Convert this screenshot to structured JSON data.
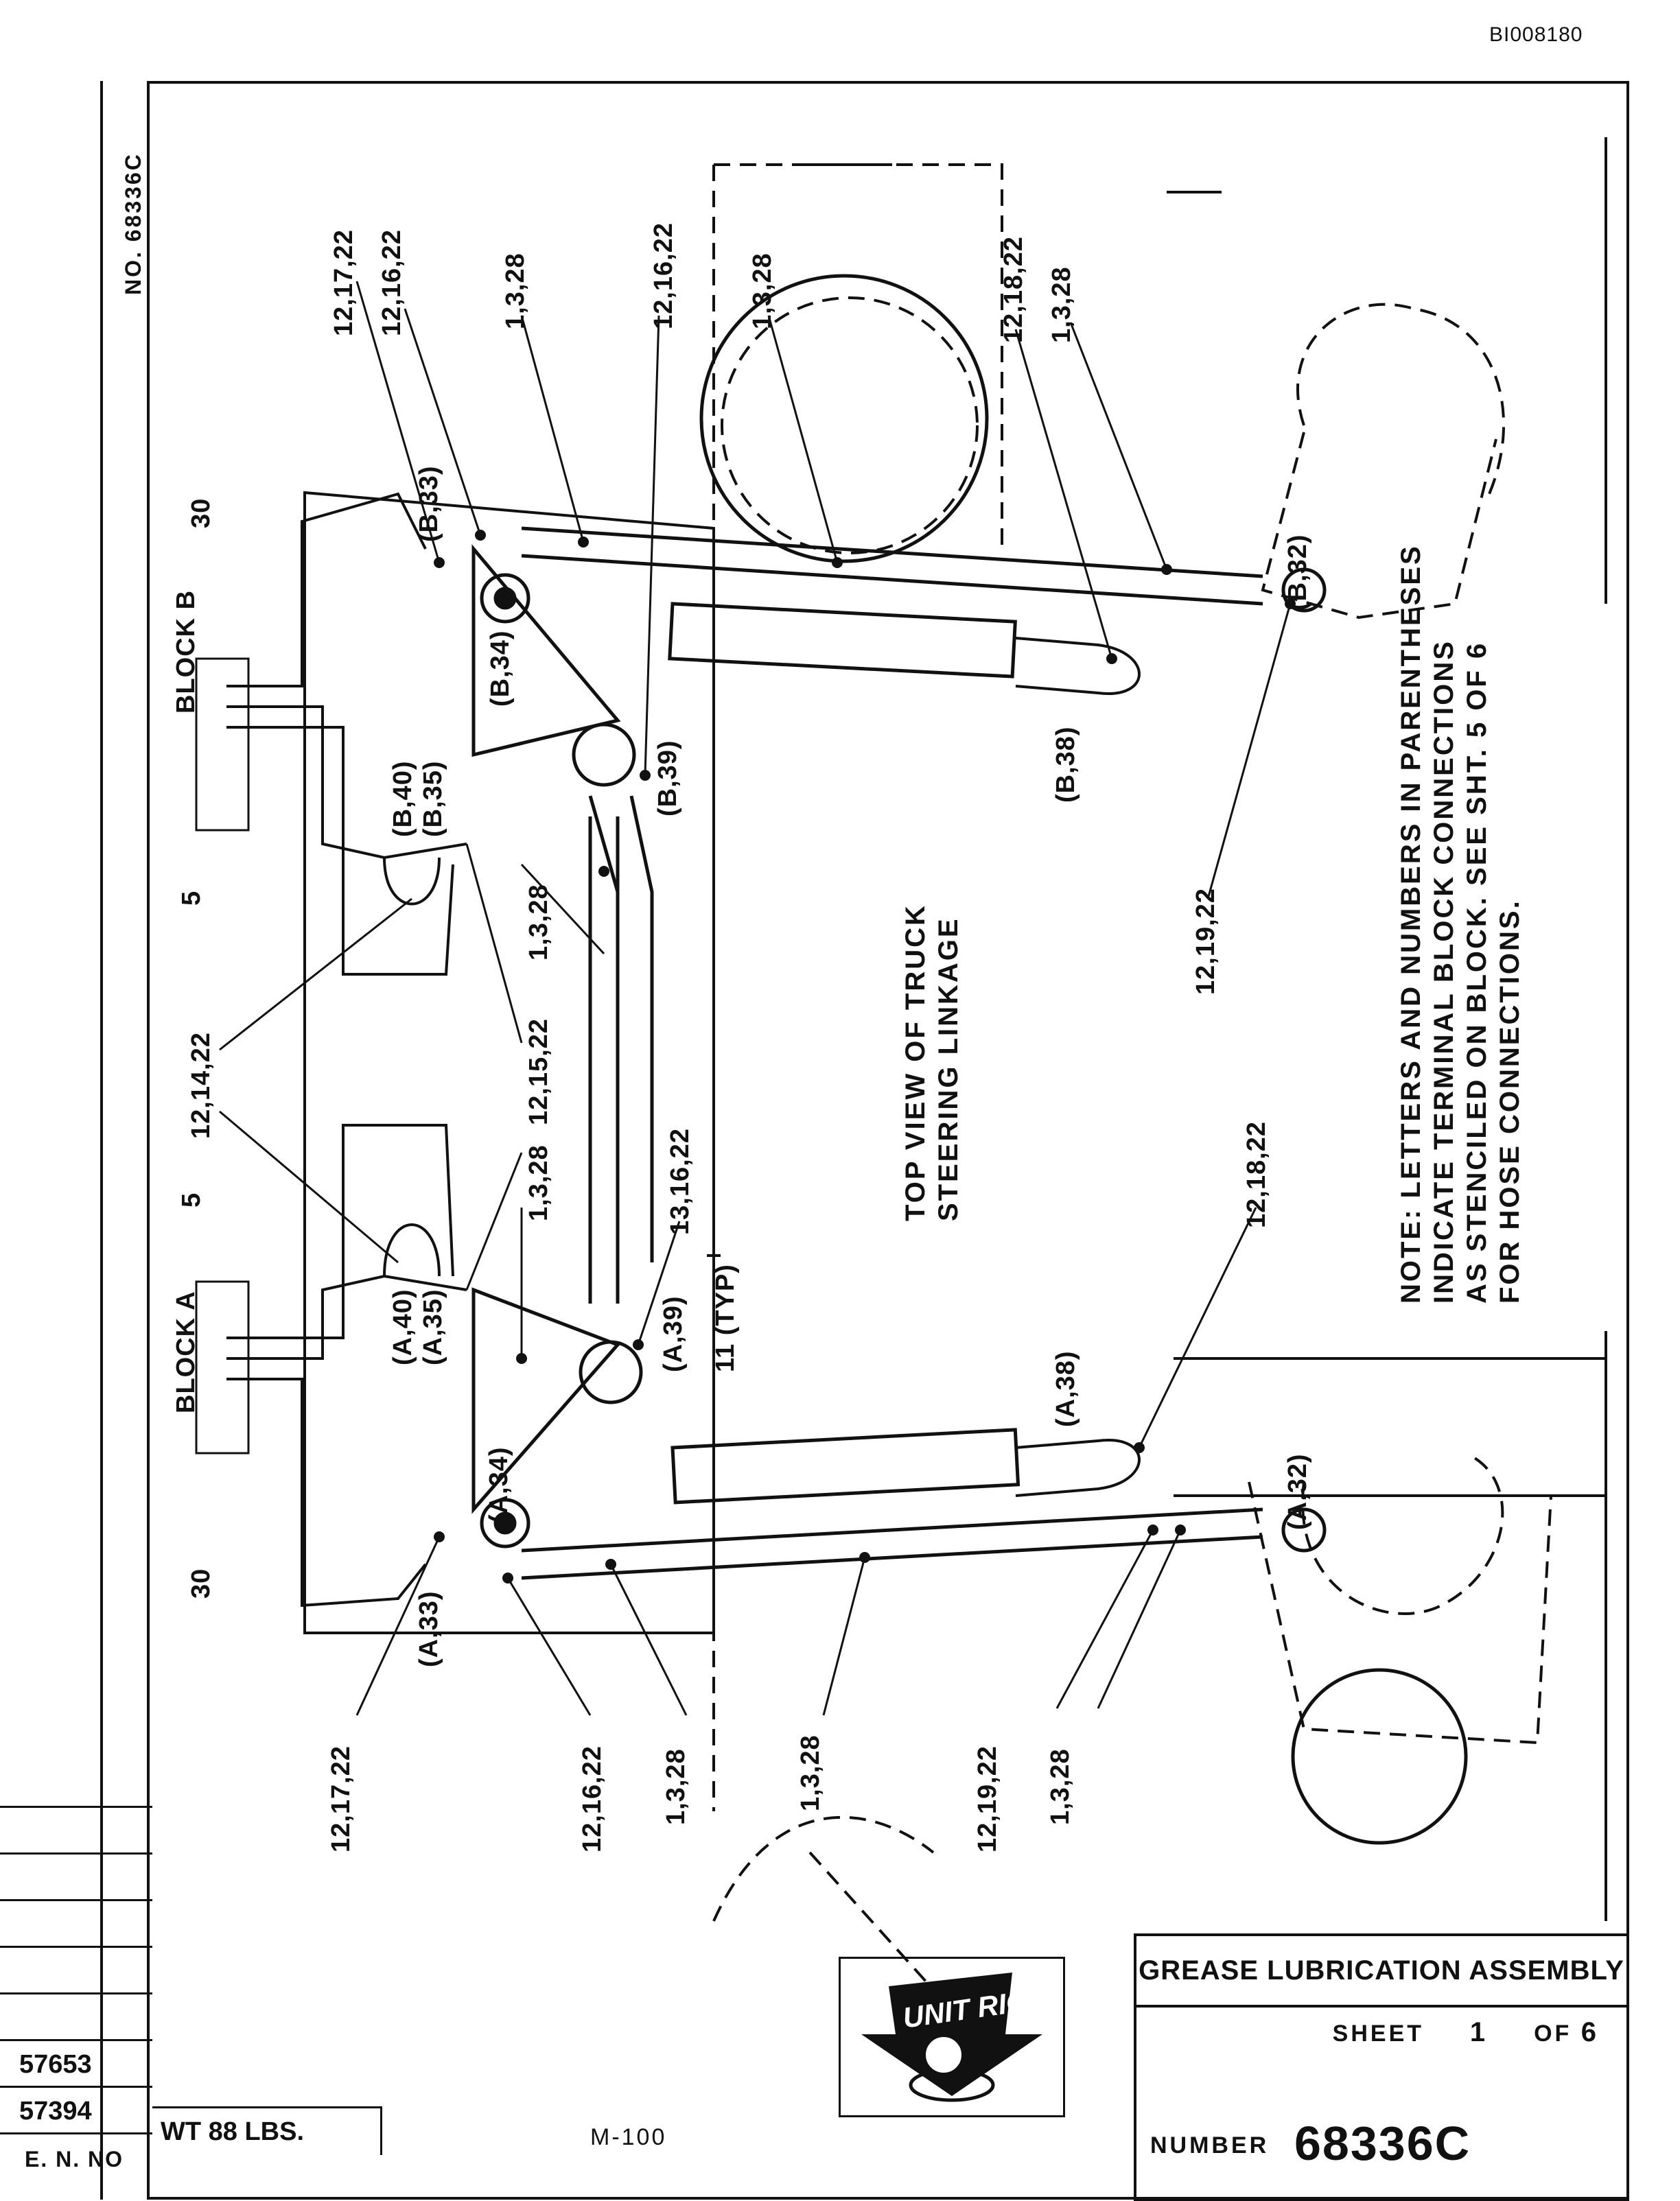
{
  "doc_id": "BI008180",
  "drawing_number_side": "NO. 68336C",
  "view_caption": [
    "TOP VIEW OF TRUCK",
    "STEERING LINKAGE"
  ],
  "note": [
    "NOTE: LETTERS AND NUMBERS IN PARENTHESES",
    "INDICATE TERMINAL BLOCK CONNECTIONS",
    "AS STENCILED ON BLOCK.  SEE SHT. 5 OF 6",
    "FOR HOSE CONNECTIONS."
  ],
  "blocks": {
    "a": "BLOCK A",
    "b": "BLOCK B"
  },
  "callouts": {
    "c30_b": "30",
    "c5_b": "5",
    "c12_14_22": "12,14,22",
    "c12_15_22": "12,15,22",
    "c5_a": "5",
    "c30_a": "30",
    "c12_17_22_top": "12,17,22",
    "c12_16_22_top": "12,16,22",
    "c1_3_28_top1": "1,3,28",
    "c12_16_22_mid": "12,16,22",
    "c1_3_28_top2": "1,3,28",
    "c12_18_22_top": "12,18,22",
    "c1_3_28_top3": "1,3,28",
    "c1_3_28_mid": "1,3,28",
    "c1_3_28_mid2": "1,3,28",
    "c13_16_22": "13,16,22",
    "c12_19_22_right": "12,19,22",
    "c12_18_22_right": "12,18,22",
    "c12_17_22_bot": "12,17,22",
    "c12_16_22_bot": "12,16,22",
    "c1_3_28_bot1": "1,3,28",
    "c1_3_28_bot2": "1,3,28",
    "c12_19_22_bot": "12,19,22",
    "c1_3_28_bot3": "1,3,28",
    "b33": "(B,33)",
    "b34": "(B,34)",
    "b40": "(B,40)",
    "b35": "(B,35)",
    "b39": "(B,39)",
    "b38": "(B,38)",
    "b32": "(B,32)",
    "a40": "(A,40)",
    "a35": "(A,35)",
    "a39": "(A,39)",
    "a38": "(A,38)",
    "a34": "(A,34)",
    "a33": "(A,33)",
    "a32": "(A,32)",
    "typ": "11 (TYP)"
  },
  "title_block": {
    "title": "GREASE LUBRICATION ASSEMBLY",
    "sheet_label": "SHEET",
    "sheet_num": "1",
    "sheet_of": "OF",
    "sheet_total": "6",
    "number_label": "NUMBER",
    "number": "68336C"
  },
  "revision_block": {
    "en_values": [
      "57653",
      "57394"
    ],
    "en_label": "E. N. NO",
    "weight": "WT 88 LBS."
  },
  "page_code": "M-100",
  "logo_text": "UNIT RIG"
}
